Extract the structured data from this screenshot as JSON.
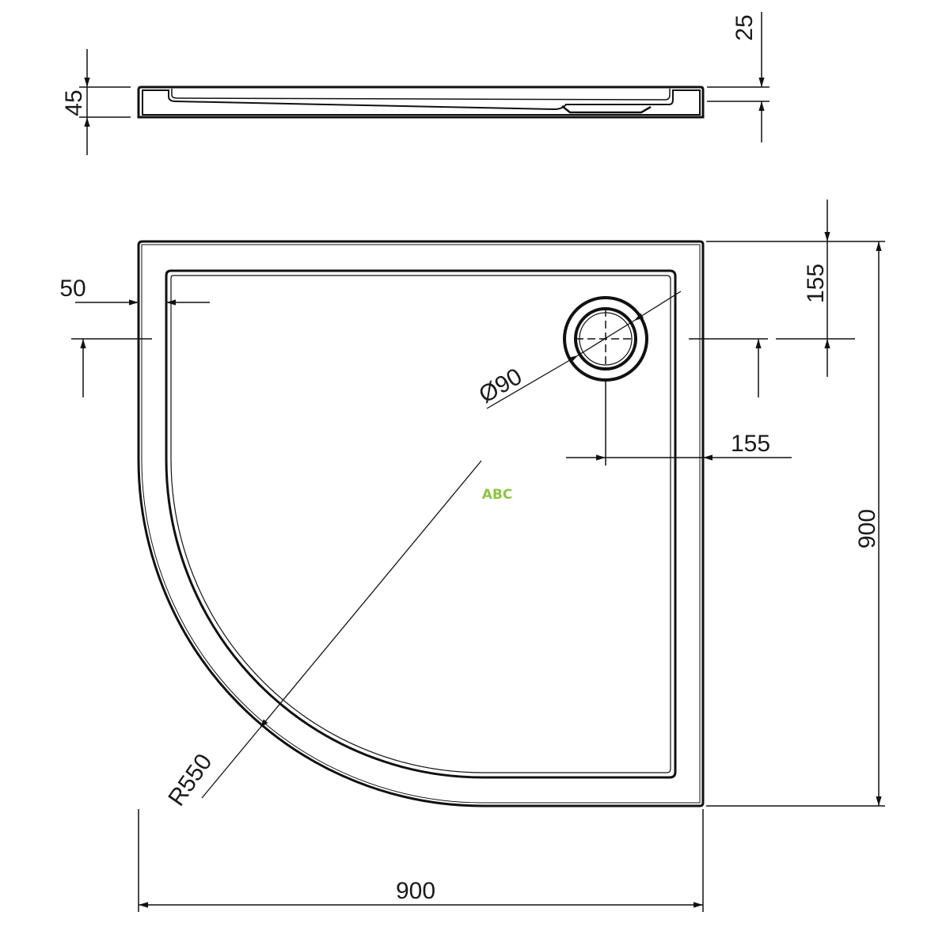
{
  "drawing": {
    "side_view": {
      "height_label": "45",
      "rim_label": "25"
    },
    "plan_view": {
      "rim_width_label": "50",
      "drain_diameter_label": "Ø90",
      "drain_offset_x_label": "155",
      "drain_offset_y_label": "155",
      "depth_label": "900",
      "width_label": "900",
      "radius_label": "R550"
    },
    "watermark": {
      "text": "ABC",
      "color": "#8cc63f"
    }
  }
}
